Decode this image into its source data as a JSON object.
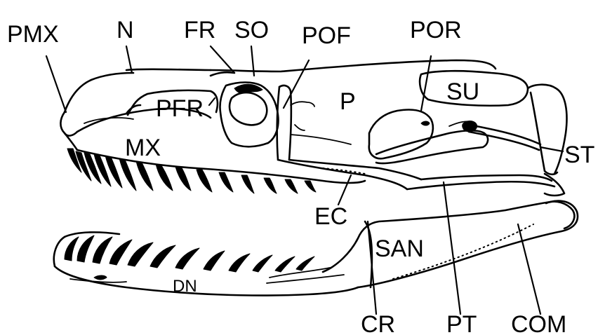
{
  "labels": {
    "pmx": "PMX",
    "n": "N",
    "fr": "FR",
    "so": "SO",
    "pof": "POF",
    "por": "POR",
    "pfr": "PFR",
    "p": "P",
    "su": "SU",
    "mx": "MX",
    "st": "ST",
    "ec": "EC",
    "san": "SAN",
    "dn": "DN",
    "cr": "CR",
    "pt": "PT",
    "com": "COM"
  },
  "colors": {
    "ink": "#000000",
    "background": "#ffffff"
  }
}
